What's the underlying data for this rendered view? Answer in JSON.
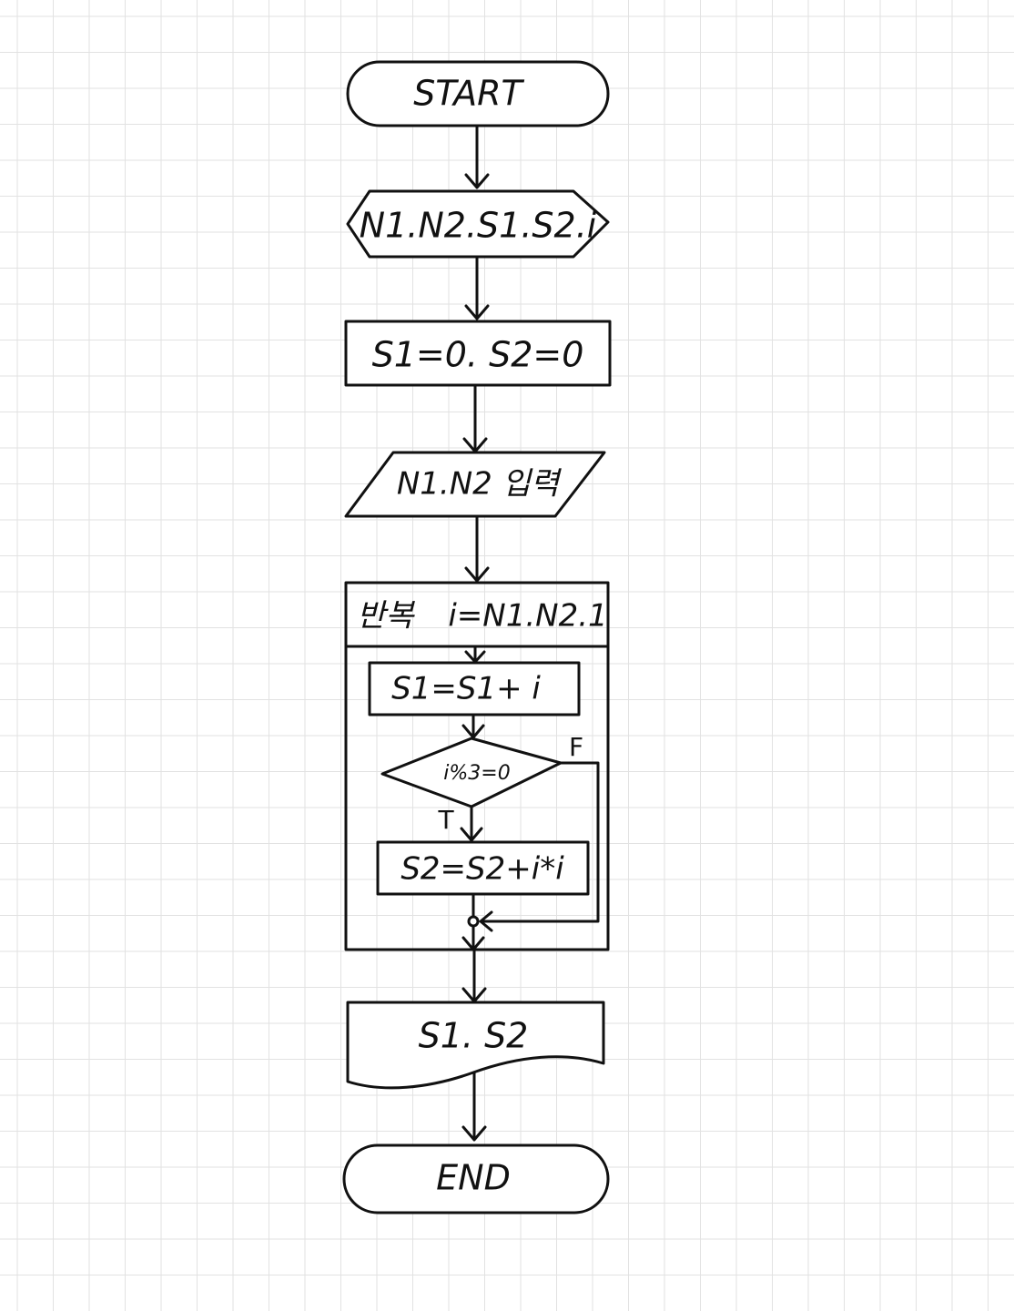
{
  "flowchart": {
    "start_label": "START",
    "declare_label": "N1.N2.S1.S2.i",
    "init_label": "S1=0. S2=0",
    "input_label": "N1.N2 입력",
    "loop": {
      "keyword": "반복",
      "range": "i=N1.N2.1"
    },
    "sum_label": "S1=S1+ i",
    "condition_label": "i%3=0",
    "true_label": "T",
    "false_label": "F",
    "square_sum_label": "S2=S2+i*i",
    "output_label": "S1. S2",
    "end_label": "END"
  }
}
